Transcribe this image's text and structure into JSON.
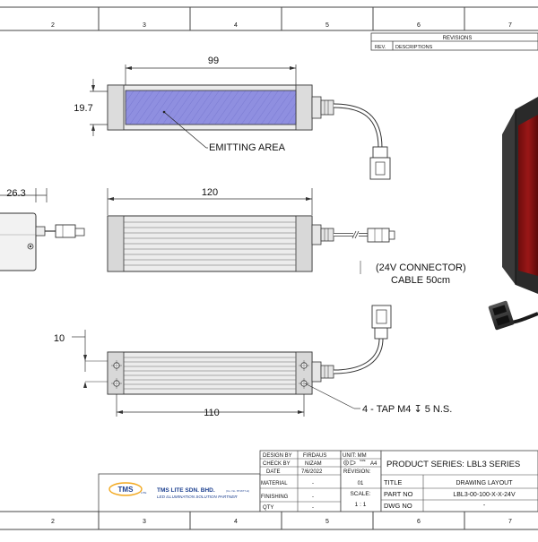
{
  "border": {
    "columns": [
      "2",
      "3",
      "4",
      "5",
      "6",
      "7"
    ]
  },
  "revisions": {
    "title": "REVISIONS",
    "rev_header": "REV.",
    "desc_header": "DESCRIPTIONS"
  },
  "dimensions": {
    "top_width": "99",
    "top_height": "19.7",
    "side_height": "26.3",
    "mid_width": "120",
    "bottom_offset": "10",
    "bottom_width": "110"
  },
  "annotations": {
    "emitting_area": "EMITTING AREA",
    "connector_line1": "(24V CONNECTOR)",
    "connector_line2": "CABLE 50cm",
    "tap_note": "4 - TAP M4 ↧ 5 N.S."
  },
  "title_block": {
    "design_by_label": "DESIGN BY",
    "design_by_value": "FIRDAUS",
    "check_by_label": "CHECK BY",
    "check_by_value": "NIZAM",
    "date_label": "DATE",
    "date_value": "7/6/2022",
    "material_label": "MATERIAL",
    "material_value": "-",
    "finishing_label": "FINISHING",
    "finishing_value": "-",
    "qty_label": "QTY",
    "qty_value": "-",
    "unit_label": "UNIT: MM",
    "size_label": "SIZE",
    "size_value": "A4",
    "revision_label": "REVISION:",
    "revision_value": "01",
    "scale_label": "SCALE:",
    "scale_value": "1 : 1",
    "product_series": "PRODUCT SERIES: LBL3 SERIES",
    "title_label": "TITLE",
    "title_value": "DRAWING LAYOUT",
    "part_no_label": "PART NO",
    "part_no_value": "LBL3-00-100-X-X-24V",
    "dwg_no_label": "DWG NO",
    "dwg_no_value": "-"
  },
  "company": {
    "logo_text": "TMS",
    "logo_sub": "LITE",
    "name": "TMS LITE SDN. BHD.",
    "reg": "(Co. No. 871677-H)",
    "tagline": "LED ILLUMINATION SOLUTION PARTNER"
  },
  "colors": {
    "emitting_blue": "#8f8fe0",
    "red_panel": "#8c1212",
    "body_gray": "#e6e6e6",
    "company_blue": "#1b3f8f",
    "logo_orange": "#f2a81d"
  }
}
